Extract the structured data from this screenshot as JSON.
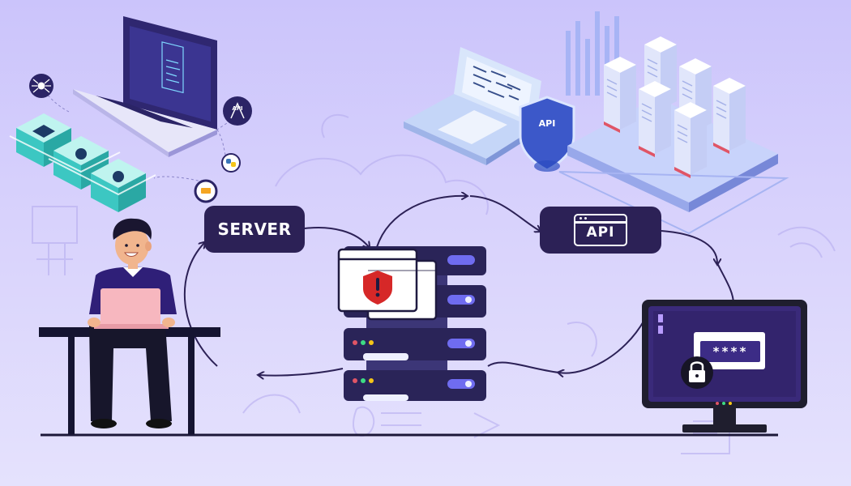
{
  "labels": {
    "server": "SERVER",
    "api": "API",
    "shield_api": "API",
    "badge_api": "API"
  },
  "password_mask": "****",
  "icons": [
    "spider-icon",
    "api-badge-icon",
    "python-icon",
    "laptop-icon",
    "server-rack-icon",
    "api-shield-icon",
    "warning-shield-icon",
    "padlock-icon",
    "monitor-icon",
    "person-icon"
  ],
  "colors": {
    "background": "#cbc4fb",
    "dark_navy": "#2c2156",
    "server_body": "#2a2458",
    "warning_red": "#d62828",
    "server_light": "#6f6cf0",
    "server_pale": "#eef0ff",
    "accent_green": "#3ddc84",
    "accent_yellow": "#f5c518"
  }
}
